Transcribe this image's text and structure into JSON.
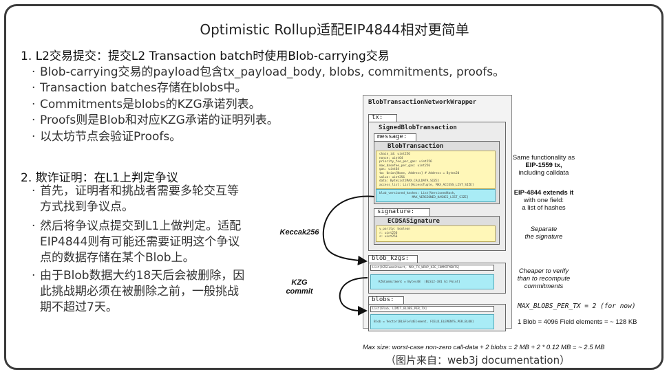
{
  "title": "Optimistic Rollup适配EIP4844相对更简单",
  "section1": {
    "heading": "1. L2交易提交：提交L2 Transaction batch时使用Blob-carrying交易",
    "bullets": [
      "Blob-carrying交易的payload包含tx_payload_body, blobs, commitments, proofs。",
      "Transaction batches存储在blobs中。",
      "Commitments是blobs的KZG承诺列表。",
      "Proofs则是Blob和对应KZG承诺的证明列表。",
      "以太坊节点会验证Proofs。"
    ]
  },
  "section2": {
    "heading": "2. 欺诈证明：在L1上判定争议",
    "bullets": [
      [
        "首先，证明者和挑战者需要多轮交互等",
        "方式找到争议点。"
      ],
      [
        "然后将争议点提交到L1上做判定。适配",
        "EIP4844则有可能还需要证明这个争议",
        "点的数据存储在某个Blob上。"
      ],
      [
        "由于Blob数据大约18天后会被删除，因",
        "此挑战期必须在被删除之前，一般挑战",
        "期不超过7天。"
      ]
    ]
  },
  "diagram": {
    "wrapper_title": "BlobTransactionNetworkWrapper",
    "tx_label": "tx:",
    "signed_tx_title": "SignedBlobTransaction",
    "message_label": "message:",
    "blob_tx_title": "BlobTransaction",
    "blob_tx_fields": "chain_id: uint256\nnonce: uint64\npriority_fee_per_gas: uint256\nmax_basefee_per_gas: uint256\ngas: uint64\nto: Union[None, Address] # Address = Bytes20\nvalue: uint256\ndata: ByteList[MAX_CALLDATA_SIZE]\naccess_list: List[AccessTuple, MAX_ACCESS_LIST_SIZE]",
    "blob_hashes_field": "blob_versioned_hashes: List[VersionedHash,\n                  MAX_VERSIONED_HASHES_LIST_SIZE]",
    "signature_label": "signature:",
    "ecdsa_title": "ECDSASignature",
    "ecdsa_fields": "y_parity: boolean\nr: uint256\ns: uint256",
    "blob_kzgs_label": "blob_kzgs:",
    "kzg_list": "List[KZGCommitment, MAX_TX_WRAP_KZG_COMMITMENTS]",
    "kzg_commitment": "KZGCommitment = Bytes48  (BLS12-381 G1 Point)",
    "blobs_label": "blobs:",
    "blob_list": "List[Blob, LIMIT_BLOBS_PER_TX]",
    "blob_def": "Blob = Vector[BLSFieldElement, FIELD_ELEMENTS_PER_BLOB]",
    "keccak_label": "Keccak256",
    "kzg_commit_label": [
      "KZG",
      "commit"
    ],
    "notes": {
      "same_func": [
        "Same functionality as",
        "EIP-1559 tx,",
        "including calldata"
      ],
      "eip4844": [
        "EIP-4844 extends it",
        "with one field:",
        "a list of hashes"
      ],
      "separate": [
        "Separate",
        "the signature"
      ],
      "cheaper": [
        "Cheaper to verify",
        "than to recompute",
        "commitments"
      ],
      "max_blobs": "MAX_BLOBS_PER_TX = 2 (for now)",
      "blob_size": "1 Blob = 4096 Field elements = ~ 128 KB",
      "max_size": "Max size: worst-case non-zero call-data + 2 blobs = 2 MB + 2 * 0.12 MB = ~ 2.5 MB"
    }
  },
  "caption": "（图片来自：web3j documentation）",
  "colors": {
    "yellow_fill": "#fff7b8",
    "cyan_fill": "#a9ecf6",
    "frame": "#3a3a3a"
  }
}
